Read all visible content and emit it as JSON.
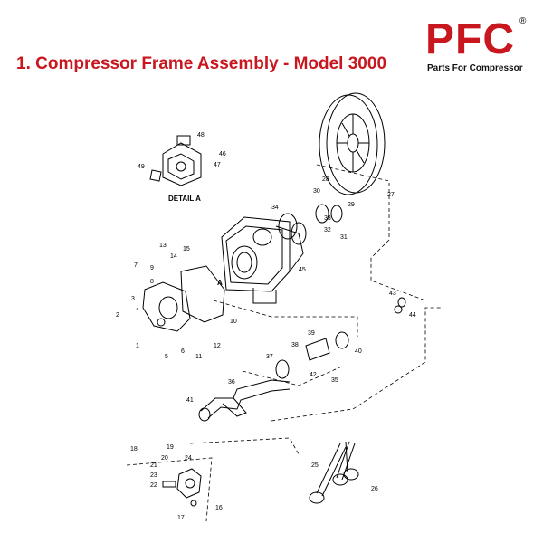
{
  "header": {
    "title": "1. Compressor Frame Assembly - Model 3000"
  },
  "logo": {
    "text": "PFC",
    "registered": "®",
    "tagline": "Parts For Compressor",
    "color": "#c8171e"
  },
  "diagram": {
    "detail_label": "DETAIL A",
    "part_numbers": [
      "1",
      "2",
      "3",
      "4",
      "5",
      "6",
      "7",
      "8",
      "9",
      "10",
      "11",
      "12",
      "13",
      "14",
      "15",
      "16",
      "17",
      "18",
      "19",
      "20",
      "21",
      "22",
      "23",
      "24",
      "25",
      "26",
      "27",
      "28",
      "29",
      "30",
      "31",
      "32",
      "33",
      "34",
      "35",
      "36",
      "37",
      "38",
      "39",
      "40",
      "41",
      "42",
      "43",
      "44",
      "45",
      "46",
      "47",
      "48",
      "49"
    ],
    "view_marker": "A"
  }
}
